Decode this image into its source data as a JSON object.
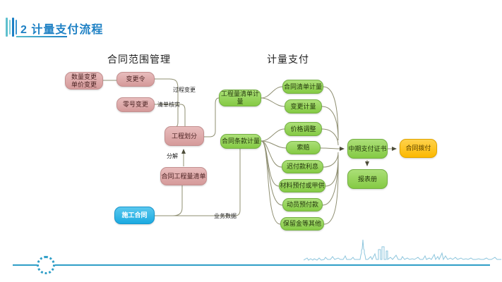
{
  "header": {
    "title": "2 计量支付流程"
  },
  "sections": {
    "left": "合同范围管理",
    "right": "计量支付"
  },
  "nodes": [
    {
      "id": "qty-price-change",
      "label": "数量变更\n单价变更",
      "color": "pink"
    },
    {
      "id": "change-order",
      "label": "变更令",
      "color": "pink"
    },
    {
      "id": "zero-change",
      "label": "零号变更",
      "color": "pink"
    },
    {
      "id": "project-division",
      "label": "工程划分",
      "color": "pink"
    },
    {
      "id": "contract-boq",
      "label": "合同工程量清单",
      "color": "pink"
    },
    {
      "id": "construction-contract",
      "label": "施工合同",
      "color": "blue"
    },
    {
      "id": "boq-measurement",
      "label": "工程量清单计量",
      "color": "green"
    },
    {
      "id": "contract-terms-measurement",
      "label": "合同条款计量",
      "color": "green"
    },
    {
      "id": "contract-list-measurement",
      "label": "合同清单计量",
      "color": "green"
    },
    {
      "id": "change-measurement",
      "label": "变更计量",
      "color": "green"
    },
    {
      "id": "price-adjustment",
      "label": "价格调整",
      "color": "green"
    },
    {
      "id": "claim",
      "label": "索赔",
      "color": "green"
    },
    {
      "id": "late-payment-interest",
      "label": "迟付款利息",
      "color": "green"
    },
    {
      "id": "material-prepay-or-owner-supply",
      "label": "材料预付或甲供",
      "color": "green"
    },
    {
      "id": "mobilization-advance",
      "label": "动员预付款",
      "color": "green"
    },
    {
      "id": "retention-and-others",
      "label": "保留金等其他",
      "color": "green"
    },
    {
      "id": "interim-payment-certificate",
      "label": "中期支付证书",
      "color": "green"
    },
    {
      "id": "report-book",
      "label": "报表册",
      "color": "green"
    },
    {
      "id": "contract-disbursement",
      "label": "合同拨付",
      "color": "orange"
    }
  ],
  "edge_labels": {
    "process_change": "过程变更",
    "list_verification": "清单核实",
    "decompose": "分解",
    "business_data": "业务数据"
  },
  "colors": {
    "accent_blue": "#1d80c4",
    "pink_node": "#dca1a1",
    "green_node": "#8fd14f",
    "blue_node": "#29b5e8",
    "orange_node": "#ffc000",
    "connector": "#8f8f72",
    "decor_blue": "#2e9ec7"
  }
}
